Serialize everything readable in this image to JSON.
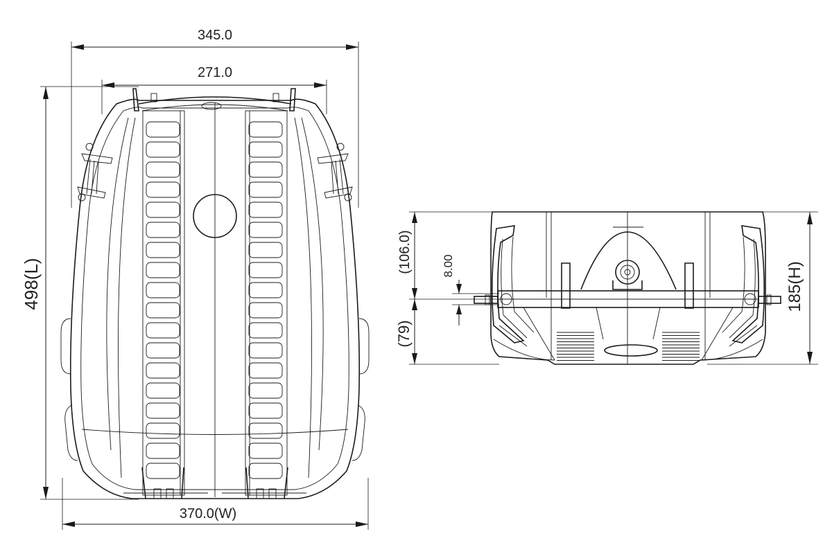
{
  "top_view": {
    "width_overall": "345.0",
    "width_inner": "271.0",
    "length": "498(L)",
    "width_base": "370.0(W)"
  },
  "side_view": {
    "upper_height": "(106.0)",
    "offset": "8.00",
    "lower_height": "(79)",
    "height": "185(H)"
  },
  "colors": {
    "line": "#1a1a1a",
    "background": "#ffffff"
  }
}
